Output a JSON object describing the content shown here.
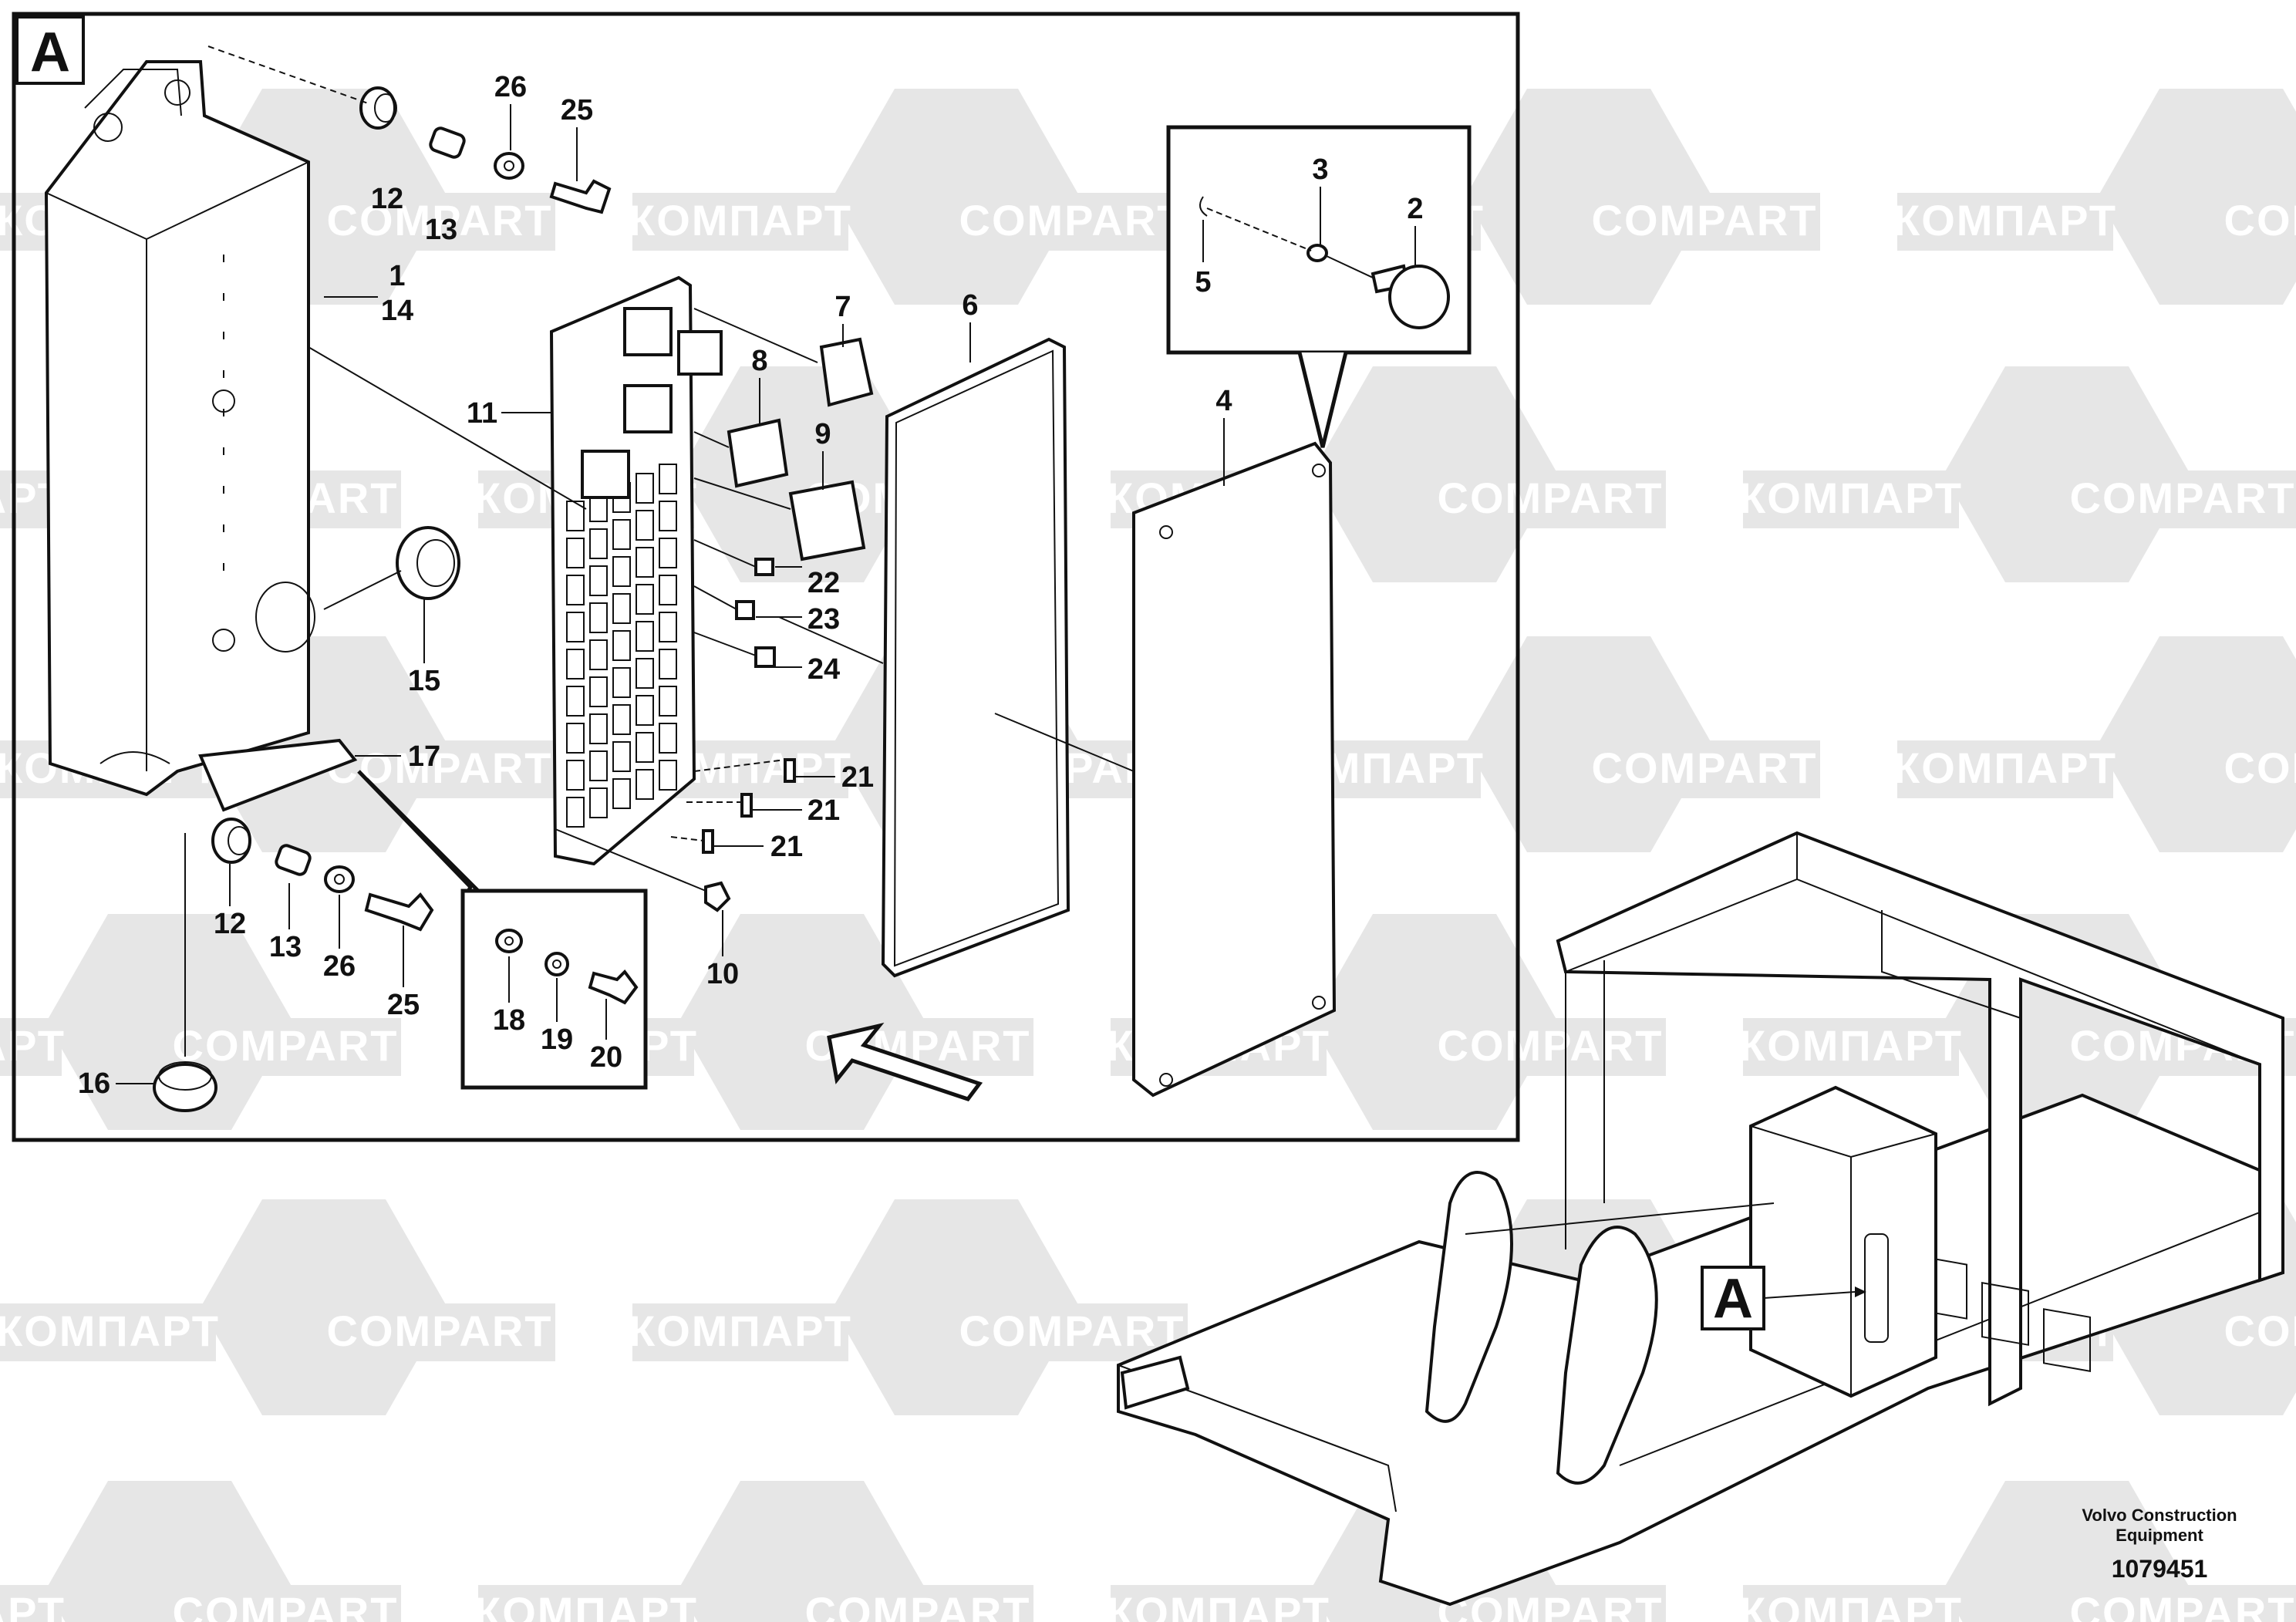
{
  "watermarks": {
    "left_word": "КОМПАРТ",
    "right_word": "COMPART"
  },
  "callout_box_label": "A",
  "locator_label": "A",
  "part_numbers": {
    "p1": "1",
    "p14": "14",
    "p2": "2",
    "p3": "3",
    "p4": "4",
    "p5": "5",
    "p6": "6",
    "p7": "7",
    "p8": "8",
    "p9": "9",
    "p10": "10",
    "p11": "11",
    "p12a": "12",
    "p12b": "12",
    "p13a": "13",
    "p13b": "13",
    "p15": "15",
    "p16": "16",
    "p17": "17",
    "p18": "18",
    "p19": "19",
    "p20": "20",
    "p21a": "21",
    "p21b": "21",
    "p21c": "21",
    "p22": "22",
    "p23": "23",
    "p24": "24",
    "p25a": "25",
    "p25b": "25",
    "p26a": "26",
    "p26b": "26"
  },
  "footer": {
    "company_line1": "Volvo Construction",
    "company_line2": "Equipment",
    "drawing_number": "1079451"
  },
  "colors": {
    "watermark": "#e6e6e6",
    "ink": "#111111",
    "background": "#ffffff"
  }
}
